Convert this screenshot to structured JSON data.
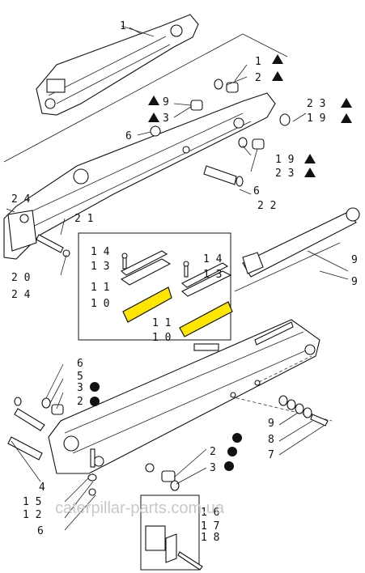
{
  "labels": {
    "l1": "1",
    "l1b": "1",
    "l2": "2",
    "l9": "9",
    "l3": "3",
    "l23": "2 3",
    "l19": "1 9",
    "l6a": "6",
    "l19b": "1 9",
    "l23b": "2 3",
    "l6b": "6",
    "l22": "2 2",
    "l24a": "2 4",
    "l21": "2 1",
    "l20": "2 0",
    "l24b": "2 4",
    "l9r1": "9",
    "l9r2": "9",
    "box14a": "1 4",
    "box13a": "1 3",
    "box11a": "1 1",
    "box10a": "1 0",
    "box14b": "1 4",
    "box13b": "1 3",
    "box11b": "1 1",
    "box10b": "1 0",
    "b6": "6",
    "b5": "5",
    "b3": "3",
    "b2": "2",
    "b9": "9",
    "b8": "8",
    "b7": "7",
    "b2r": "2",
    "b3r": "3",
    "b4": "4",
    "b15": "1 5",
    "b12": "1 2",
    "b6b": "6",
    "b16": "1 6",
    "b17": "1 7",
    "b18": "1 8"
  },
  "watermark": "caterpillar-parts.com.ua",
  "colors": {
    "highlight": "#ffe600",
    "line": "#111111",
    "watermark": "#c8c8c8"
  },
  "icons": {
    "triangle": "triangle-icon",
    "circle": "filled-circle-icon"
  }
}
